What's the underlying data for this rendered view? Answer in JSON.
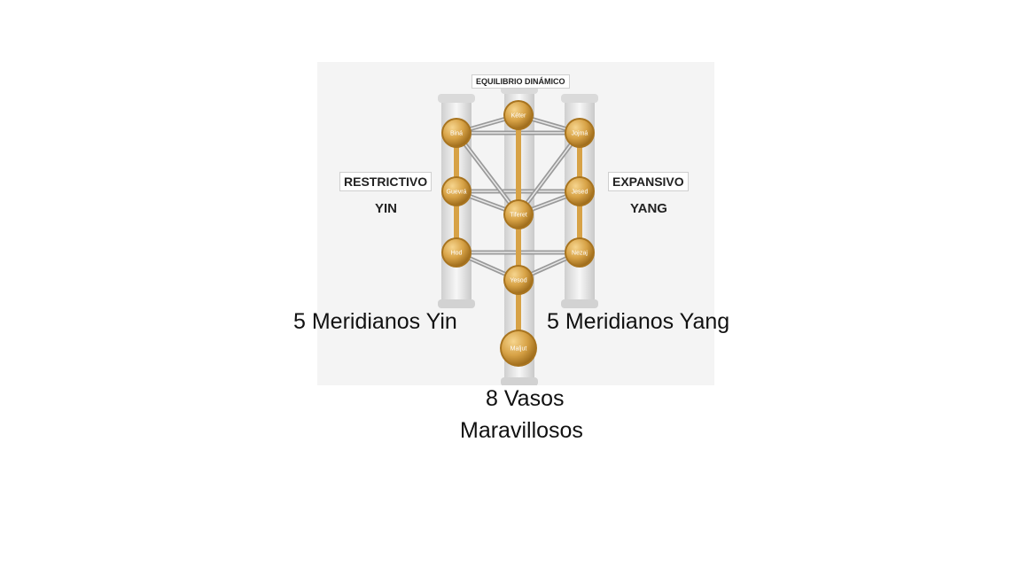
{
  "diagram": {
    "top_label": "EQUILIBRIO DINÁMICO",
    "left_box_label": "RESTRICTIVO",
    "left_sub_label": "YIN",
    "right_box_label": "EXPANSIVO",
    "right_sub_label": "YANG",
    "sefirot": [
      {
        "id": "keter",
        "label": "Kéter"
      },
      {
        "id": "bina",
        "label": "Biná"
      },
      {
        "id": "jojma",
        "label": "Jojmá"
      },
      {
        "id": "guevura",
        "label": "Guevrá"
      },
      {
        "id": "jesed",
        "label": "Jesed"
      },
      {
        "id": "tiferet",
        "label": "Tiferet"
      },
      {
        "id": "hod",
        "label": "Hod"
      },
      {
        "id": "netzaj",
        "label": "Nezaj"
      },
      {
        "id": "yesod",
        "label": "Yesod"
      },
      {
        "id": "maljut",
        "label": "Maljut"
      }
    ],
    "colors": {
      "sphere": "#d7a246",
      "sphere_dark": "#a8741f",
      "pillar": "#e2e2e2",
      "path": "#9a9a9a"
    }
  },
  "captions": {
    "yin": "5 Meridianos Yin",
    "yang": "5 Meridianos Yang",
    "vessels_line1": "8 Vasos",
    "vessels_line2": "Maravillosos"
  }
}
